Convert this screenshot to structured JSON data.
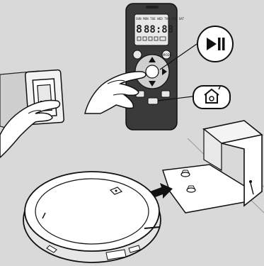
{
  "remote": {
    "lcd_days": "SUN MON TUE WED THU FRI SAT",
    "lcd_time": "88:88",
    "lcd_digit_left": "8",
    "mode_label": "MODE"
  },
  "callouts": {
    "play_pause_symbol": "▶❙❙",
    "home_symbol": "home"
  },
  "icons": [
    "remote-control",
    "play-pause-icon",
    "home-dock-icon",
    "power-switch",
    "robot-vacuum",
    "charging-dock",
    "arrow-icon",
    "hand"
  ],
  "colors": {
    "background": "#d9d9d9",
    "remote_body": "#3a3a3a",
    "lcd": "#e8e8e8",
    "outline": "#111111",
    "white": "#ffffff"
  }
}
